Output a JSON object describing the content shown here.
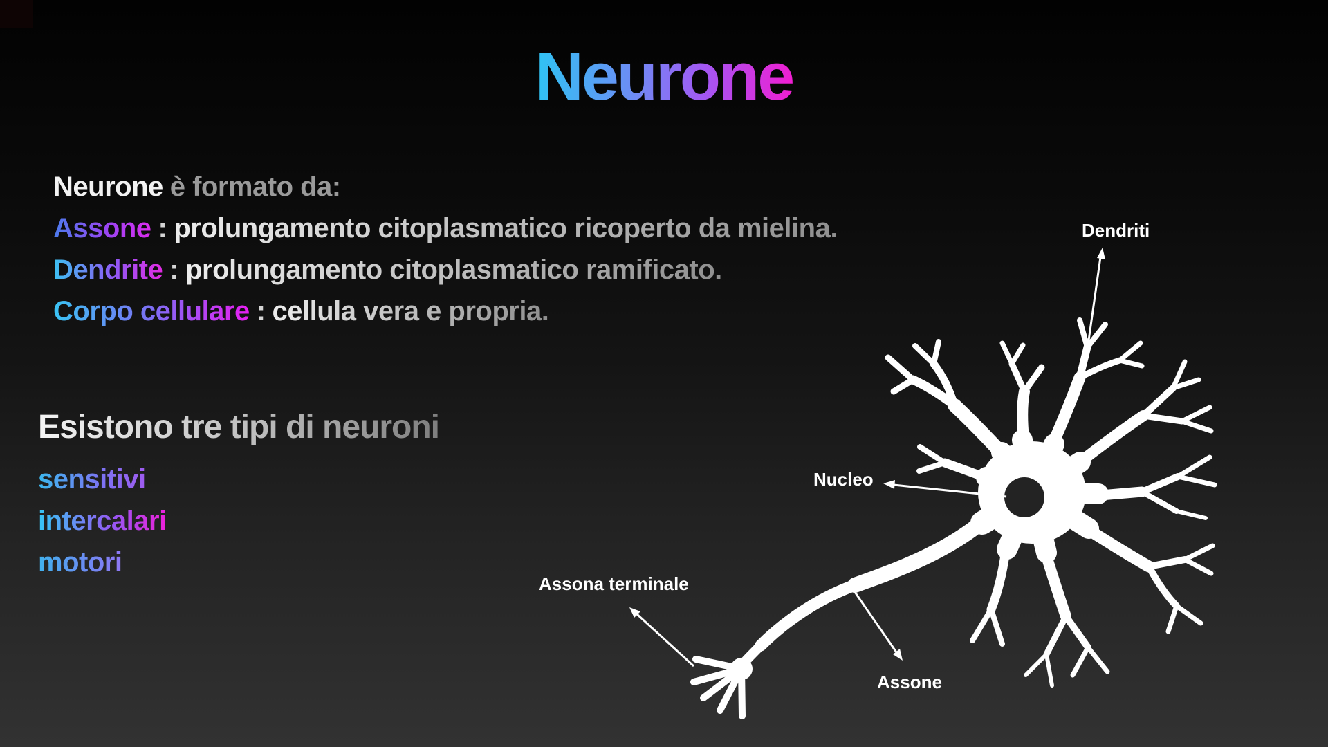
{
  "title": {
    "text": "Neurone",
    "gradient": [
      "#2fc4f4",
      "#6d8cf5",
      "#f01ed2"
    ]
  },
  "intro": {
    "lead": "Neurone",
    "lead_rest": "è formato da:",
    "items": [
      {
        "term": "Assone",
        "separator": ":",
        "description": "prolungamento citoplasmatico ricoperto da mielina.",
        "term_gradient": [
          "#4b7cee",
          "#dd2bf0"
        ]
      },
      {
        "term": "Dendrite",
        "separator": ":",
        "description": "prolungamento citoplasmatico ramificato.",
        "term_gradient": [
          "#3cc1f2",
          "#e22be4"
        ]
      },
      {
        "term": "Corpo cellulare",
        "separator": ":",
        "description": "cellula vera e propria.",
        "term_gradient": [
          "#3ac4f4",
          "#e81ef2"
        ]
      }
    ]
  },
  "types_section": {
    "heading": "Esistono tre tipi di neuroni",
    "items": [
      {
        "label": "sensitivi",
        "gradient": [
          "#3bb8ee",
          "#9f5bf0"
        ]
      },
      {
        "label": "intercalari",
        "gradient": [
          "#35c6f4",
          "#ee20da"
        ]
      },
      {
        "label": "motori",
        "gradient": [
          "#41b2ee",
          "#8f78f4"
        ]
      }
    ]
  },
  "diagram": {
    "ink_color": "#ffffff",
    "nucleus_color": "#232323",
    "labels": [
      {
        "id": "dendriti",
        "text": "Dendriti"
      },
      {
        "id": "nucleo",
        "text": "Nucleo"
      },
      {
        "id": "assona_terminale",
        "text": "Assona terminale"
      },
      {
        "id": "assone",
        "text": "Assone"
      }
    ]
  }
}
